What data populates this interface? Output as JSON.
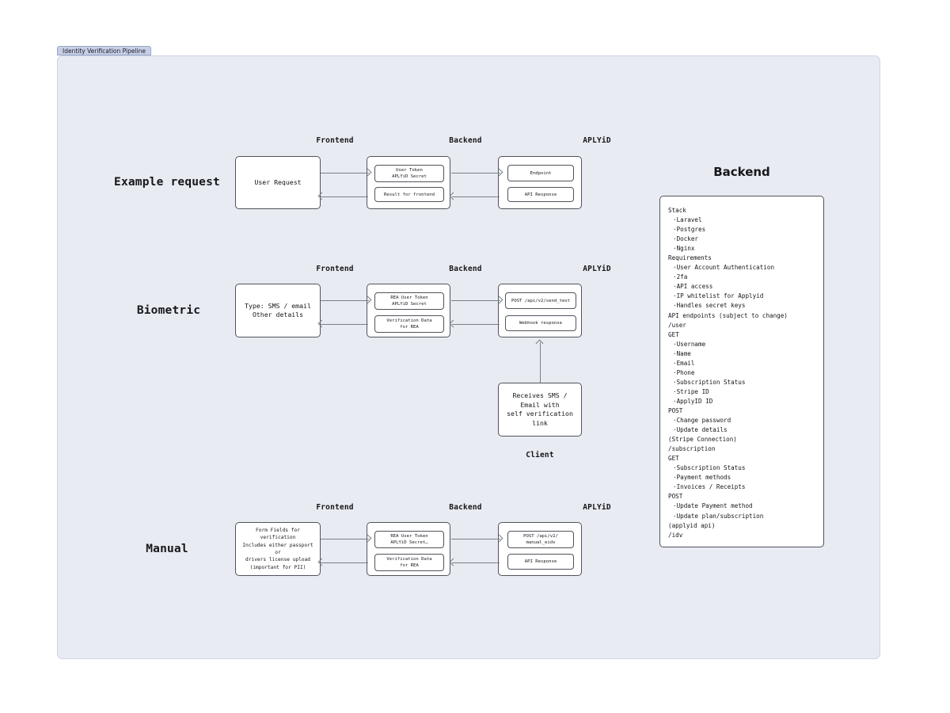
{
  "tab": {
    "label": "Identity Verification Pipeline"
  },
  "columns": {
    "frontend": "Frontend",
    "backend": "Backend",
    "aplyid": "APLYiD"
  },
  "rows": [
    {
      "label": "Example request",
      "frontend_box": "User Request",
      "backend_boxes": [
        "User Token\nAPLYiD Secret",
        "Result for frontend"
      ],
      "aplyid_boxes": [
        "Endpoint",
        "API Response"
      ]
    },
    {
      "label": "Biometric",
      "frontend_box": "Type: SMS / email\nOther details",
      "backend_boxes": [
        "REA User Token\nAPLYiD Secret",
        "Verification Data\nfor REA"
      ],
      "aplyid_boxes": [
        "POST /api/v2/send_text",
        "Webhook response"
      ]
    },
    {
      "label": "Manual",
      "frontend_box": "Form Fields for verification\nIncludes either passport or\ndrivers license upload\n(important for PII)",
      "backend_boxes": [
        "REA User Token\nAPLYiD Secret…",
        "Verification Data\nfor REA"
      ],
      "aplyid_boxes": [
        "POST /api/v2/\nmanual_eidv",
        "API Response"
      ]
    }
  ],
  "client": {
    "box": "Receives SMS / Email with\nself verification link",
    "label": "Client"
  },
  "panel": {
    "title": "Backend",
    "items": [
      {
        "text": "Stack",
        "bullet": false
      },
      {
        "text": "Laravel",
        "bullet": true
      },
      {
        "text": "Postgres",
        "bullet": true
      },
      {
        "text": "Docker",
        "bullet": true
      },
      {
        "text": "Nginx",
        "bullet": true
      },
      {
        "text": "Requirements",
        "bullet": false
      },
      {
        "text": "User Account Authentication",
        "bullet": true
      },
      {
        "text": "2fa",
        "bullet": true
      },
      {
        "text": "API access",
        "bullet": true
      },
      {
        "text": "IP whitelist for Applyid",
        "bullet": true
      },
      {
        "text": "Handles secret keys",
        "bullet": true
      },
      {
        "text": "API endpoints (subject to change)",
        "bullet": false
      },
      {
        "text": "/user",
        "bullet": false
      },
      {
        "text": "GET",
        "bullet": false
      },
      {
        "text": "Username",
        "bullet": true
      },
      {
        "text": "Name",
        "bullet": true
      },
      {
        "text": "Email",
        "bullet": true
      },
      {
        "text": "Phone",
        "bullet": true
      },
      {
        "text": "Subscription Status",
        "bullet": true
      },
      {
        "text": "Stripe ID",
        "bullet": true
      },
      {
        "text": "ApplyID ID",
        "bullet": true
      },
      {
        "text": "POST",
        "bullet": false
      },
      {
        "text": "Change password",
        "bullet": true
      },
      {
        "text": "Update details",
        "bullet": true
      },
      {
        "text": "(Stripe Connection)",
        "bullet": false
      },
      {
        "text": "/subscription",
        "bullet": false
      },
      {
        "text": "GET",
        "bullet": false
      },
      {
        "text": "Subscription Status",
        "bullet": true
      },
      {
        "text": "Payment methods",
        "bullet": true
      },
      {
        "text": "Invoices / Receipts",
        "bullet": true
      },
      {
        "text": "POST",
        "bullet": false
      },
      {
        "text": "Update Payment method",
        "bullet": true
      },
      {
        "text": "Update plan/subscription",
        "bullet": true
      },
      {
        "text": "(applyid api)",
        "bullet": false
      },
      {
        "text": "/idv",
        "bullet": false
      }
    ]
  },
  "colors": {
    "canvas_bg": "#e9ebf2",
    "tab_bg": "#c7cfe6",
    "box_border": "#50535c",
    "arrow": "#7b7f88",
    "text": "#15161c"
  }
}
